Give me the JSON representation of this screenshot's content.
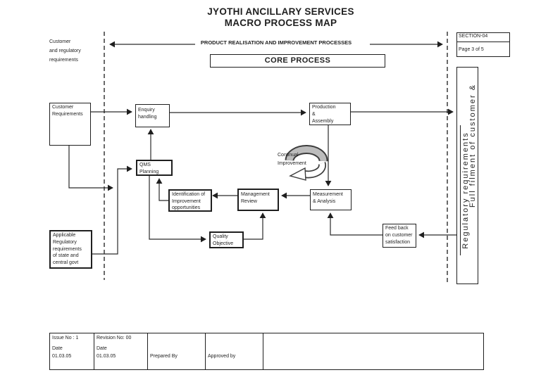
{
  "page": {
    "title_line1": "JYOTHI ANCILLARY SERVICES",
    "title_line2": "MACRO PROCESS MAP"
  },
  "header": {
    "band_label": "PRODUCT REALISATION AND IMPROVEMENT PROCESSES",
    "core_process": "CORE PROCESS",
    "section": "SECTION-04",
    "page_no": "Page 3 of 5",
    "left_note": "Customer\nand regulatory\nrequirements"
  },
  "nodes": {
    "customer_requirements": "Customer\nRequirements",
    "enquiry_handling": "Enquiry\nhandling",
    "qms_planning": "QMS\nPlanning",
    "production_assembly": "Production\n&\nAssembly",
    "identification": "Identification of\nImprovement\nopportunities",
    "management_review": "Management\nReview",
    "measurement_analysis": "Measurement\n& Analysis",
    "quality_objective": "Quality\nObjective",
    "feedback": "Feed back\non customer\nsatisfaction",
    "applicable_regulatory": "Applicable\nRegulatory\nrequirements\nof state and\ncentral govt",
    "continual_improvement": "Continual\nImprovement",
    "fulfilment_line1": "Full filment of customer &",
    "fulfilment_line2": "Regulatory requirements"
  },
  "footer_table": {
    "issue_no": "Issue No : 1",
    "revision_no": "Revision No: 00",
    "date_label_1": "Date",
    "date_value_1": "01.03.05",
    "date_label_2": "Date",
    "date_value_2": "01.03.05",
    "prepared_by": "Prepared By",
    "approved_by": "Approved by"
  },
  "colors": {
    "ink": "#1f1f1f",
    "swirl_gray": "#bcbcbc"
  }
}
